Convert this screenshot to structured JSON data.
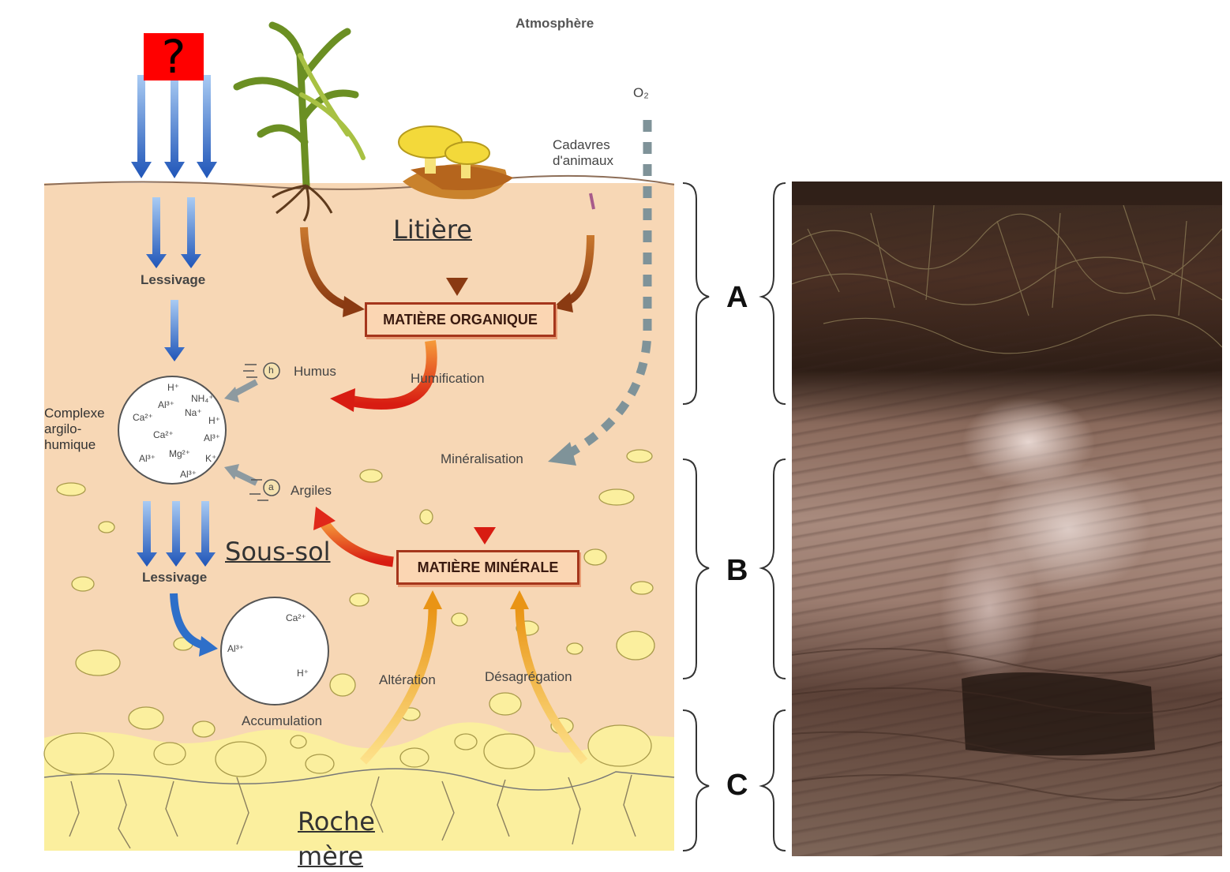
{
  "diagram": {
    "question_mark": "?",
    "labels": {
      "atmosphere": "Atmosphère",
      "o2": "O₂",
      "cadavres": "Cadavres",
      "cadavres2": "d'animaux",
      "litiere": "Litière",
      "lessivage_top": "Lessivage",
      "matiere_organique": "MATIÈRE ORGANIQUE",
      "humus": "Humus",
      "humification": "Humification",
      "complexe1": "Complexe",
      "complexe2": "argilo-",
      "complexe3": "humique",
      "mineralisation": "Minéralisation",
      "argiles": "Argiles",
      "sous_sol": "Sous-sol",
      "lessivage_bottom": "Lessivage",
      "matiere_minerale": "MATIÈRE MINÉRALE",
      "alteration": "Altération",
      "desagregation": "Désagrégation",
      "accumulation": "Accumulation",
      "roche1": "Roche",
      "roche2": "mère"
    },
    "complex_ions": [
      "H⁺",
      "NH₄⁺",
      "Al³⁺",
      "Ca²⁺",
      "Na⁺",
      "H⁺",
      "Ca²⁺",
      "Al³⁺",
      "Al³⁺",
      "Mg²⁺",
      "K⁺",
      "Al³⁺"
    ],
    "accum_ions": [
      "Ca²⁺",
      "Al³⁺",
      "H⁺"
    ],
    "particle_h": "h",
    "particle_a": "a"
  },
  "horizons": [
    "A",
    "B",
    "C"
  ],
  "colors": {
    "soil": "#f7d7b5",
    "rock": "#fbef9e",
    "water": "#2e6fc9",
    "organic_arrow": "#a4521c",
    "red_arrow": "#e0281a",
    "yellow_arrow": "#f0a81e",
    "oxygen": "#7f9399"
  }
}
